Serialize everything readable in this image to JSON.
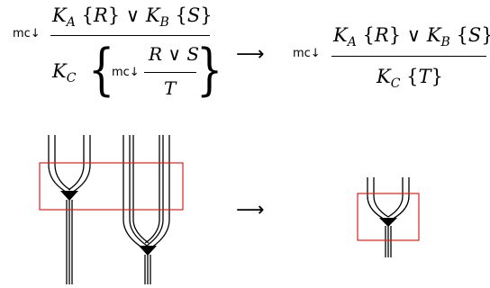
{
  "top_rule": {
    "left": {
      "op": "mc↓",
      "numerator": {
        "k1": "K",
        "s1": "A",
        "a1": "{",
        "r": "R",
        "b1": "}",
        "or": "∨",
        "k2": "K",
        "s2": "B",
        "a2": "{",
        "s": "S",
        "b2": "}"
      },
      "denominator": {
        "k": "K",
        "sub": "C",
        "inner_op": "mc↓",
        "inner_num": "R ∨ S",
        "inner_den": "T",
        "lbrace": "{",
        "rbrace": "}"
      }
    },
    "arrow": "⟶",
    "right": {
      "op": "mc↓",
      "numerator": {
        "k1": "K",
        "s1": "A",
        "a1": "{",
        "r": "R",
        "b1": "}",
        "or": "∨",
        "k2": "K",
        "s2": "B",
        "a2": "{",
        "s": "S",
        "b2": "}"
      },
      "denominator": {
        "k": "K",
        "sub": "C",
        "a": "{",
        "t": "T",
        "b": "}"
      }
    }
  },
  "bottom_rule": {
    "arrow": "⟶",
    "colors": {
      "highlight_box": "#e0201e",
      "wires": "#000000"
    }
  }
}
